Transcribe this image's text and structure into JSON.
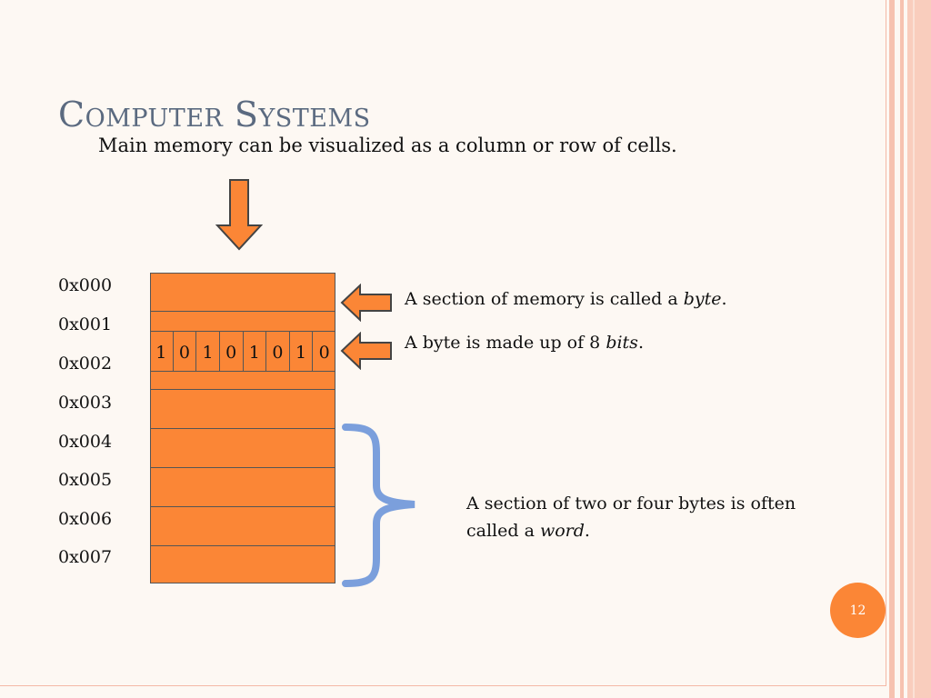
{
  "slide": {
    "title": "Computer Systems",
    "subtitle": "Main memory can be visualized as a column or row of cells.",
    "page_number": "12"
  },
  "addresses": [
    "0x000",
    "0x001",
    "0x002",
    "0x003",
    "0x004",
    "0x005",
    "0x006",
    "0x007"
  ],
  "bits": [
    "1",
    "0",
    "1",
    "0",
    "1",
    "0",
    "1",
    "0"
  ],
  "notes": {
    "byte_prefix": "A section of memory is called a ",
    "byte_term": "byte",
    "byte_suffix": ".",
    "bits_prefix": "A byte is made up of 8 ",
    "bits_term": "bits",
    "bits_suffix": ".",
    "word_line1": "A section of two or four bytes is often",
    "word_prefix": "called a ",
    "word_term": "word",
    "word_suffix": "."
  },
  "colors": {
    "accent_orange": "#fb8636",
    "brace_blue": "#7b9fdc",
    "title_slate": "#5b6a80"
  },
  "icons": {
    "down_arrow": "down-arrow-icon",
    "left_arrow": "left-arrow-icon",
    "brace": "curly-brace-icon"
  }
}
